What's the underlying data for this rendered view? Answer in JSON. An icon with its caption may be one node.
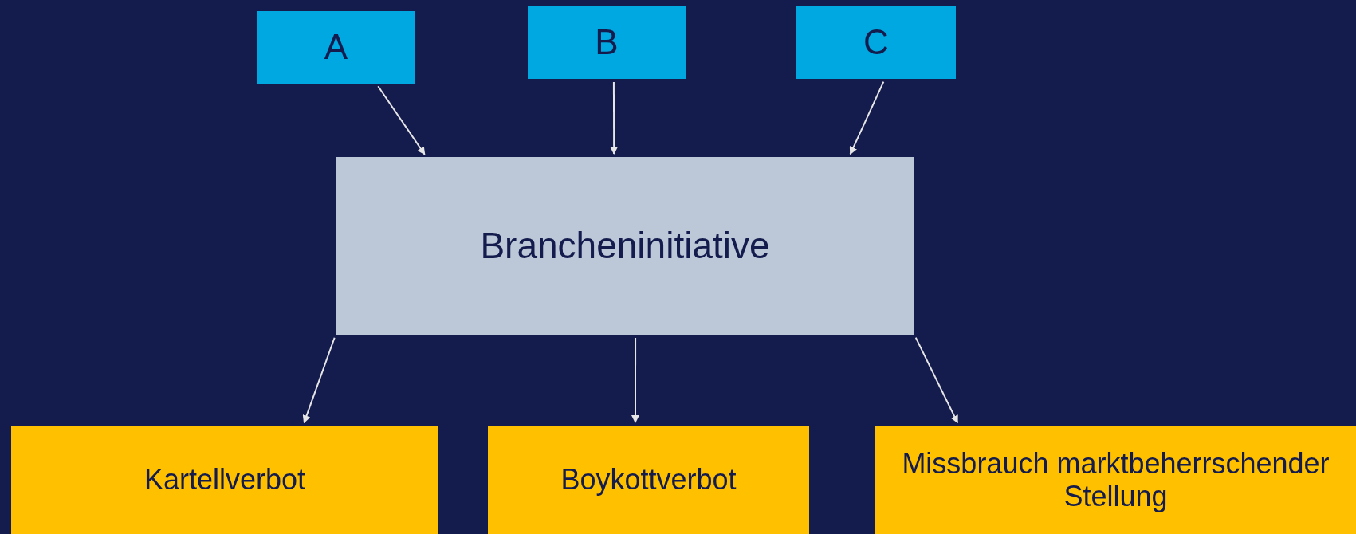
{
  "diagram": {
    "nodes": [
      {
        "text": [
          "A"
        ]
      },
      {
        "text": [
          "B"
        ]
      },
      {
        "text": [
          "C"
        ]
      },
      {
        "text": [
          "Brancheninitiative"
        ]
      },
      {
        "text": [
          "Kartellverbot"
        ]
      },
      {
        "text": [
          "Boykottverbot"
        ]
      },
      {
        "text": [
          "Missbrauch marktbeherrschender Stellung"
        ]
      }
    ],
    "edges": [
      {
        "from": 0,
        "to": 3,
        "arrow": "to"
      },
      {
        "from": 1,
        "to": 3,
        "arrow": "to"
      },
      {
        "from": 2,
        "to": 3,
        "arrow": "to"
      },
      {
        "from": 3,
        "to": 4,
        "arrow": "to"
      },
      {
        "from": 3,
        "to": 5,
        "arrow": "to"
      },
      {
        "from": 3,
        "to": 6,
        "arrow": "to"
      }
    ]
  }
}
